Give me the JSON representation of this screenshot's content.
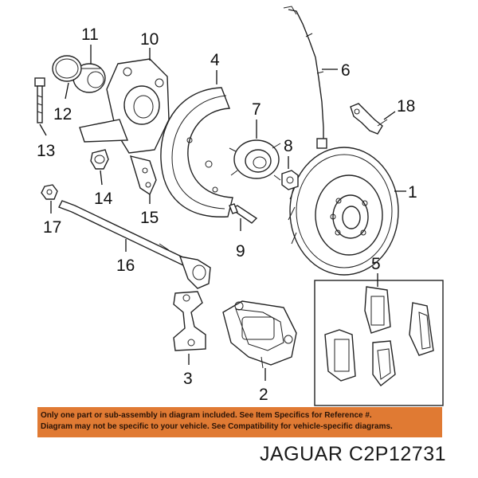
{
  "labels": {
    "n1": "1",
    "n2": "2",
    "n3": "3",
    "n4": "4",
    "n5": "5",
    "n6": "6",
    "n7": "7",
    "n8": "8",
    "n9": "9",
    "n10": "10",
    "n11": "11",
    "n12": "12",
    "n13": "13",
    "n14": "14",
    "n15": "15",
    "n16": "16",
    "n17": "17",
    "n18": "18"
  },
  "notice": {
    "line1": "Only one part or sub-assembly in diagram included. See Item Specifics for Reference #.",
    "line2": "Diagram may not be specific to your vehicle. See Compatibility for vehicle-specific diagrams."
  },
  "caption": "JAGUAR C2P12731",
  "colors": {
    "notice_bg": "#e07a33"
  }
}
